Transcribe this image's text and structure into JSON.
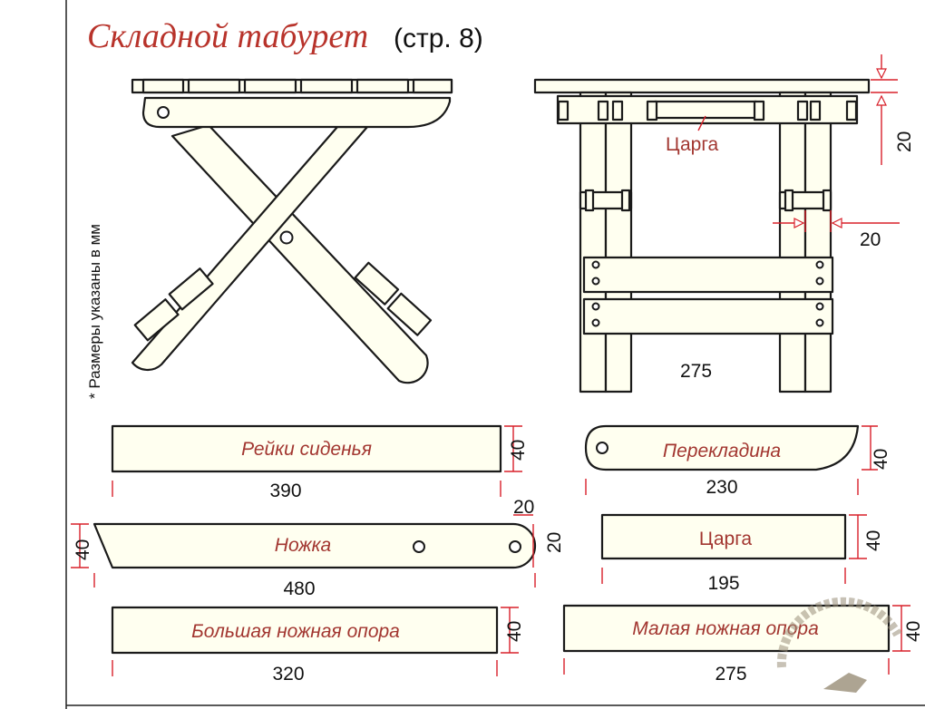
{
  "title": {
    "main": "Складной табурет",
    "page_ref": "(стр. 8)"
  },
  "side_note": "* Размеры указаны в мм",
  "front_view": {
    "label_tsarga": "Царга",
    "dim_seat_thickness": "20",
    "dim_leg_thickness": "20",
    "dim_width": "275"
  },
  "parts": {
    "seat_slats": {
      "name": "Рейки сиденья",
      "length": "390",
      "width": "40"
    },
    "crossbar": {
      "name": "Перекладина",
      "length": "230",
      "width": "40"
    },
    "leg": {
      "name": "Ножка",
      "length": "480",
      "width": "40",
      "hole_offset_a": "20",
      "hole_offset_b": "20"
    },
    "tsarga": {
      "name": "Царга",
      "length": "195",
      "width": "40"
    },
    "big_foot_support": {
      "name": "Большая ножная опора",
      "length": "320",
      "width": "40"
    },
    "small_foot_support": {
      "name": "Малая ножная опора",
      "length": "275",
      "width": "40"
    }
  },
  "colors": {
    "title": "#b8332b",
    "part_name": "#a23630",
    "dimension_line": "#d8202a",
    "part_fill": "#fffff0"
  }
}
